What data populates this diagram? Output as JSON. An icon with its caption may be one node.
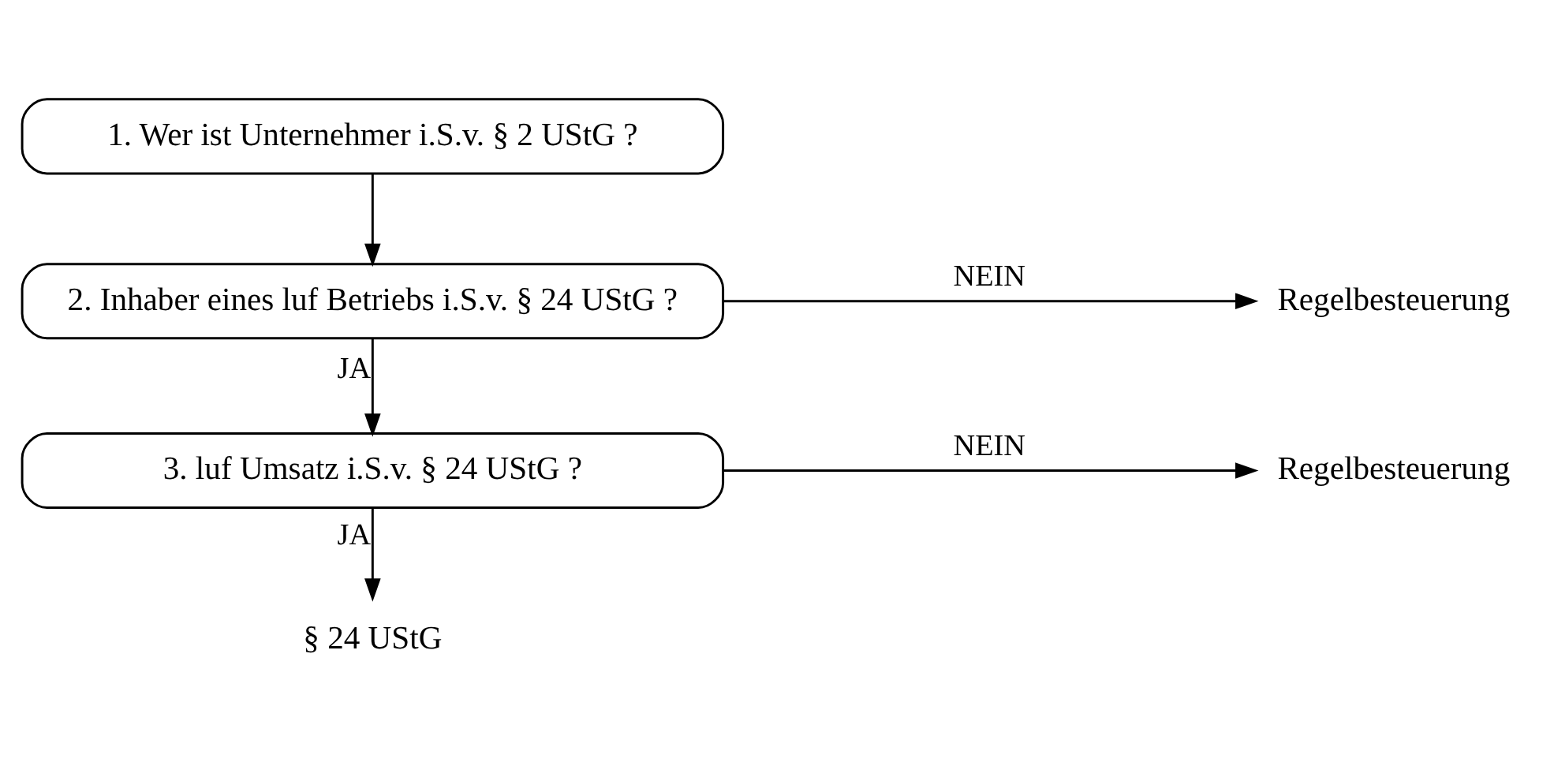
{
  "diagram": {
    "nodes": [
      {
        "text": [
          "1. Wer ist Unternehmer i.S.v. § 2 UStG ?"
        ]
      },
      {
        "text": [
          "2. Inhaber eines luf Betriebs i.S.v. § 24 UStG ?"
        ]
      },
      {
        "text": [
          "Regelbesteuerung"
        ]
      },
      {
        "text": [
          "3. luf Umsatz i.S.v. § 24 UStG ?"
        ]
      },
      {
        "text": [
          "Regelbesteuerung"
        ]
      },
      {
        "text": [
          "§ 24 UStG"
        ]
      }
    ],
    "edges": [
      {
        "from": 0,
        "to": 1,
        "arrow": "to"
      },
      {
        "from": 1,
        "to": 2,
        "arrow": "to",
        "label": "NEIN"
      },
      {
        "from": 1,
        "to": 3,
        "arrow": "to",
        "label": "JA"
      },
      {
        "from": 3,
        "to": 4,
        "arrow": "to",
        "label": "NEIN"
      },
      {
        "from": 3,
        "to": 5,
        "arrow": "to",
        "label": "JA"
      }
    ]
  }
}
